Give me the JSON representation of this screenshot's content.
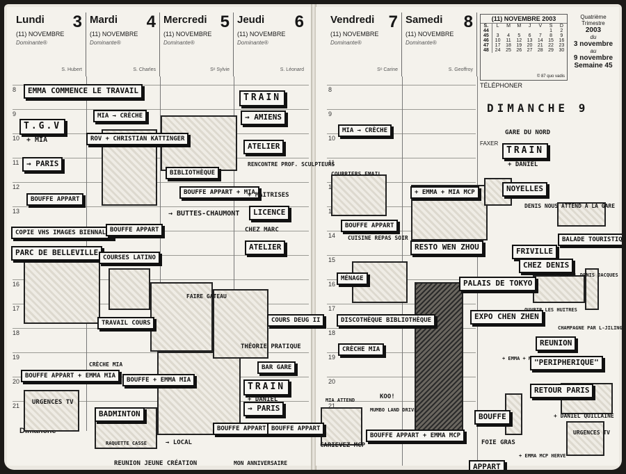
{
  "left_page": {
    "days": [
      {
        "name": "Lundi",
        "number": "3",
        "month": "(11) NOVEMBRE",
        "dominante": "Dominante®",
        "saint": "S. Hubert"
      },
      {
        "name": "Mardi",
        "number": "4",
        "month": "(11) NOVEMBRE",
        "dominante": "Dominante®",
        "saint": "S. Charles"
      },
      {
        "name": "Mercredi",
        "number": "5",
        "month": "(11) NOVEMBRE",
        "dominante": "Dominante®",
        "saint": "Sᵉ Sylvie"
      },
      {
        "name": "Jeudi",
        "number": "6",
        "month": "(11) NOVEMBRE",
        "dominante": "Dominante®",
        "saint": "S. Léonard"
      }
    ],
    "hours": [
      "8",
      "9",
      "10",
      "11",
      "12",
      "13",
      "14",
      "15",
      "16",
      "17",
      "18",
      "19",
      "20",
      "21"
    ],
    "dimanche_label": "Dimanche"
  },
  "right_page": {
    "days": [
      {
        "name": "Vendredi",
        "number": "7",
        "month": "(11) NOVEMBRE",
        "dominante": "Dominante®",
        "saint": "Sᵉ Carine"
      },
      {
        "name": "Samedi",
        "number": "8",
        "month": "(11) NOVEMBRE",
        "dominante": "Dominante®",
        "saint": "S. Geoffroy"
      }
    ],
    "hours": [
      "8",
      "9",
      "10",
      "11",
      "12",
      "13",
      "14",
      "15",
      "16",
      "17",
      "18",
      "19",
      "20",
      "21"
    ],
    "calendar": {
      "title": "(11) NOVEMBRE 2003",
      "header": [
        "S.",
        "L",
        "M",
        "M",
        "J",
        "V",
        "S",
        "D"
      ],
      "rows": [
        [
          "44",
          "",
          "",
          "",
          "",
          "",
          "1",
          "2"
        ],
        [
          "45",
          "3",
          "4",
          "5",
          "6",
          "7",
          "8",
          "9"
        ],
        [
          "46",
          "10",
          "11",
          "12",
          "13",
          "14",
          "15",
          "16"
        ],
        [
          "47",
          "17",
          "18",
          "19",
          "20",
          "21",
          "22",
          "23"
        ],
        [
          "48",
          "24",
          "25",
          "26",
          "27",
          "28",
          "29",
          "30"
        ]
      ],
      "footer": "© 87 quo vadis"
    },
    "trimester": {
      "label": "Quatrième Trimestre",
      "year": "2003",
      "du": "du",
      "start": "3 novembre",
      "au": "au",
      "end": "9 novembre",
      "week": "Semaine 45"
    },
    "telephone_label": "TÉLÉPHONER",
    "faxer_label": "FAXER"
  },
  "notes_left": [
    "EMMA COMMENCE LE TRAVAIL",
    "T.G.V",
    "+ MIA",
    "→ PARIS",
    "MIA → CRÈCHE",
    "ROV + CHRISTIAN KATTINGER",
    "BIBLIOTHÈQUE",
    "BOUFFE APPART",
    "BOUFFE APPART + MIA",
    "→ BUTTES-CHAUMONT",
    "TRAIN",
    "→ AMIENS",
    "ATELIER",
    "RENCONTRE PROF. SCULPTEURS",
    "+ MAITRISES",
    "LICENCE",
    "CHEZ MARC",
    "ATELIER",
    "COPIE VHS IMAGES BIENNALE",
    "BOUFFE APPART",
    "PARC DE BELLEVILLE",
    "COURSES LATINO",
    "FAIRE GATEAU",
    "COURS DEUG II",
    "TRAVAIL COURS",
    "THÉORIE PRATIQUE",
    "CRÈCHE MIA",
    "BAR GARE",
    "BOUFFE + EMMA MIA",
    "BOUFFE APPART + EMMA MIA",
    "TRAIN",
    "+ DANIEL",
    "→ PARIS",
    "URGENCES TV",
    "BADMINTON",
    "RAQUETTE CASSE",
    "→ LOCAL",
    "BOUFFE APPART + EMMA MIA",
    "BOUFFE APPART",
    "REUNION JEUNE CRÉATION",
    "MON ANNIVERSAIRE"
  ],
  "notes_right": [
    "MIA → CRÈCHE",
    "COURRIERS EMAIL",
    "+ EMMA + MIA MCP",
    "BOUFFE APPART",
    "CUISINE REPAS SOIR",
    "RESTO WEN ZHOU",
    "DIMANCHE 9",
    "GARE DU NORD",
    "TRAIN",
    "+ DANIEL",
    "NOYELLES",
    "DENIS NOUS ATTEND À LA GARE",
    "BALADE TOURISTIQUE",
    "FRIVILLE",
    "CHEZ DENIS",
    "+ DANIEL DENIS JACQUES",
    "MÉNAGE",
    "PALAIS DE TOKYO",
    "EXPO CHEN ZHEN",
    "DISCOTHÈQUE BIBLIOTHÈQUE",
    "OUVRIR LES HUITRES",
    "CHAMPAGNE PAR L-JILING",
    "CRÈCHE MIA",
    "+ EMMA + MIA MCP",
    "REUNION",
    "\"PERIPHERIQUE\"",
    "RETOUR PARIS",
    "+ DANIEL QUILLAINE",
    "KOO!",
    "MUMBO LAND DRIVE",
    "BOUFFE",
    "FOIE GRAS",
    "BOUFFE APPART + EMMA MCP",
    "CARIEVEZ MCP",
    "APPART",
    "+ EMMA MCP HERVE",
    "URGENCES TV",
    "MIA ATTEND"
  ]
}
